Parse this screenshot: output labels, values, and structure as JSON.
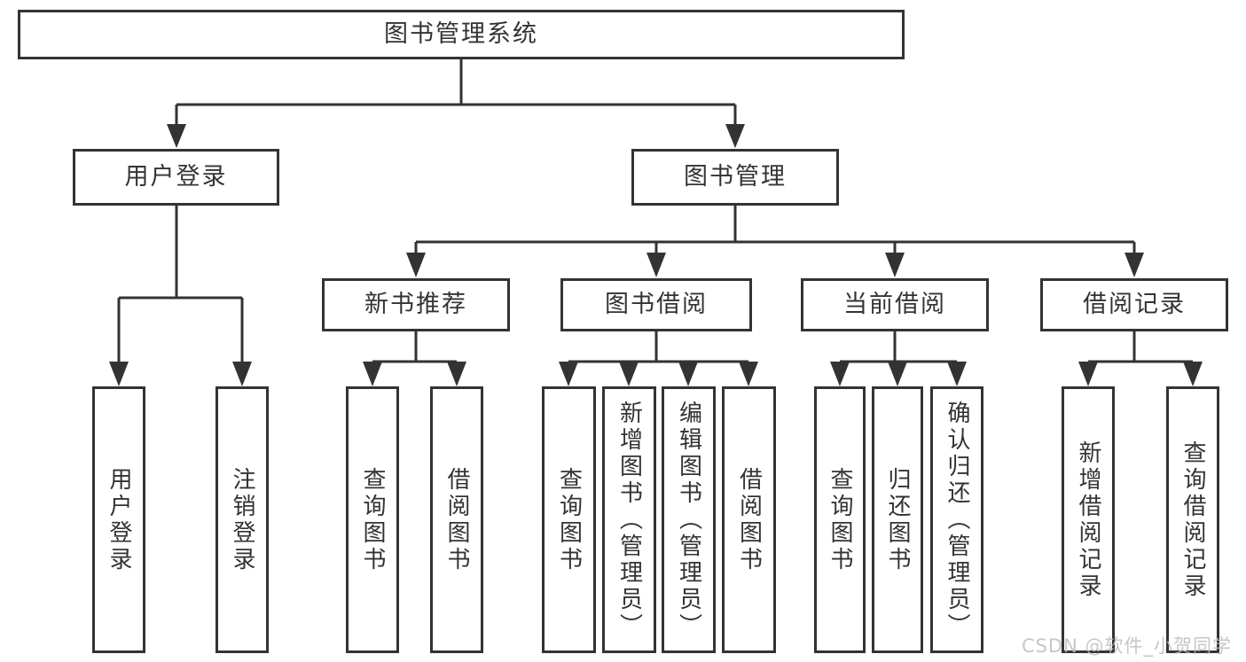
{
  "diagram": {
    "root": {
      "label": "图书管理系统"
    },
    "branches": [
      {
        "label": "用户登录",
        "children": [
          {
            "label": "用户登录"
          },
          {
            "label": "注销登录"
          }
        ]
      },
      {
        "label": "图书管理",
        "children": [
          {
            "label": "新书推荐",
            "children": [
              {
                "label": "查询图书"
              },
              {
                "label": "借阅图书"
              }
            ]
          },
          {
            "label": "图书借阅",
            "children": [
              {
                "label": "查询图书"
              },
              {
                "label": "新增图书（管理员）"
              },
              {
                "label": "编辑图书（管理员）"
              },
              {
                "label": "借阅图书"
              }
            ]
          },
          {
            "label": "当前借阅",
            "children": [
              {
                "label": "查询图书"
              },
              {
                "label": "归还图书"
              },
              {
                "label": "确认归还（管理员）"
              }
            ]
          },
          {
            "label": "借阅记录",
            "children": [
              {
                "label": "新增借阅记录"
              },
              {
                "label": "查询借阅记录"
              }
            ]
          }
        ]
      }
    ]
  },
  "watermark": "CSDN @软件_小贺同学",
  "colors": {
    "line": "#333333",
    "box_border": "#333333",
    "box_fill": "#ffffff",
    "text": "#333333",
    "watermark": "#bdbdbd",
    "background": "#ffffff"
  }
}
